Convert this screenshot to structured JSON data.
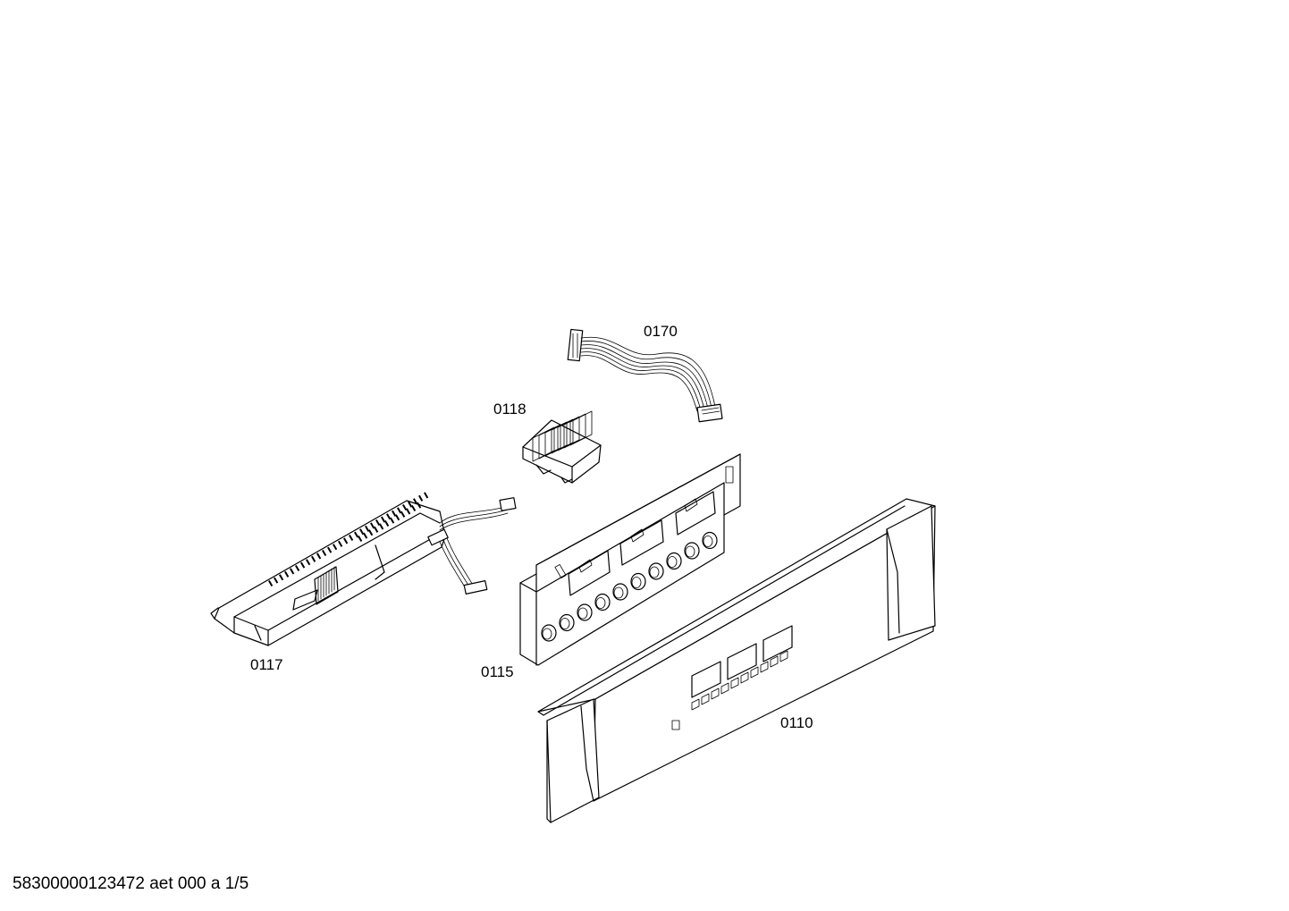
{
  "diagram": {
    "parts": [
      {
        "id": "0170",
        "label": "0170"
      },
      {
        "id": "0118",
        "label": "0118"
      },
      {
        "id": "0117",
        "label": "0117"
      },
      {
        "id": "0115",
        "label": "0115"
      },
      {
        "id": "0110",
        "label": "0110"
      }
    ],
    "footer": "58300000123472 aet 000 a 1/5"
  }
}
